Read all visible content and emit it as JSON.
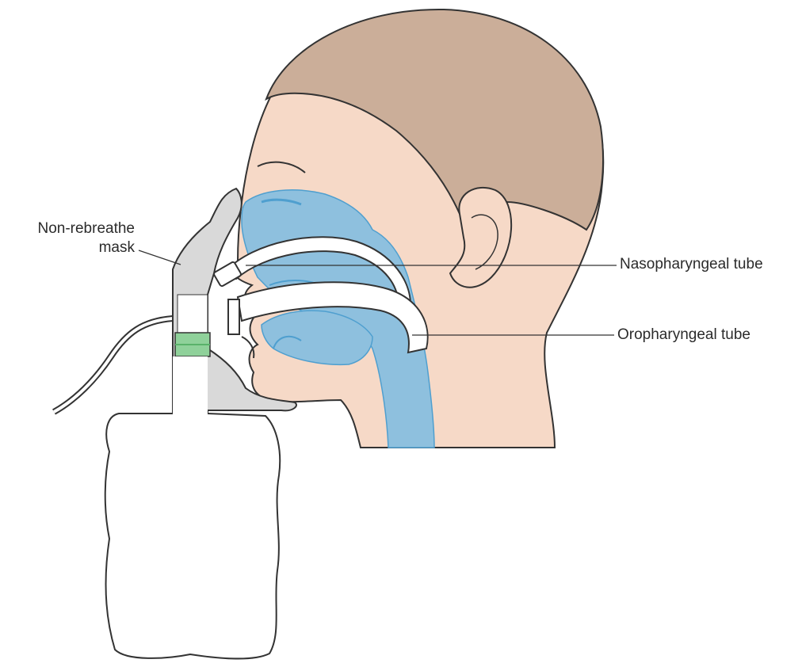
{
  "labels": {
    "mask_line1": "Non-rebreathe",
    "mask_line2": "mask",
    "nasopharyngeal": "Nasopharyngeal tube",
    "oropharyngeal": "Oropharyngeal tube"
  },
  "colors": {
    "skin": "#f6d9c7",
    "hair": "#cbae99",
    "airway": "#8ec0de",
    "airway_dark": "#4f9fcf",
    "mask": "#d9d9d9",
    "tube": "#ffffff",
    "valve": "#8fd19a",
    "outline": "#333333"
  }
}
